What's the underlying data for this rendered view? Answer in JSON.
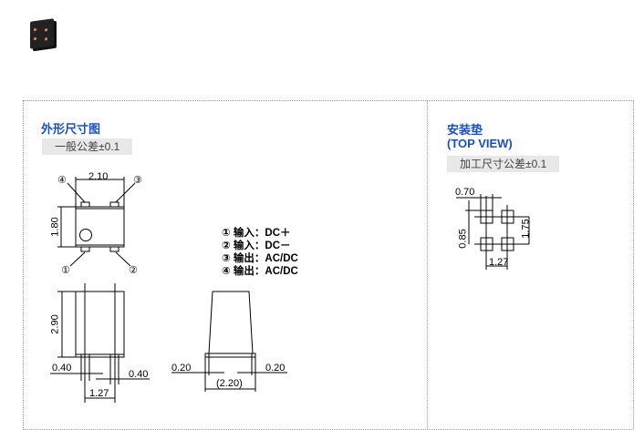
{
  "left_panel": {
    "title": "外形尺寸图",
    "tolerance": "一般公差±0.1",
    "dims": {
      "width": "2.10",
      "height": "1.80",
      "length": "2.90",
      "pin_left": "0.40",
      "pin_right": "0.40",
      "pitch": "1.27",
      "side_left": "0.20",
      "side_right": "0.20",
      "side_total": "(2.20)"
    },
    "pins": {
      "p1": "①",
      "p2": "②",
      "p3": "③",
      "p4": "④"
    },
    "legend": [
      "① 输入：DC＋",
      "② 输入：DC－",
      "③ 输出：AC/DC",
      "④ 输出：AC/DC"
    ]
  },
  "right_panel": {
    "title": "安装垫",
    "subtitle": "(TOP VIEW)",
    "tolerance": "加工尺寸公差±0.1",
    "dims": {
      "pad": "0.70",
      "row": "0.85",
      "total": "1.75",
      "pitch": "1.27"
    }
  }
}
